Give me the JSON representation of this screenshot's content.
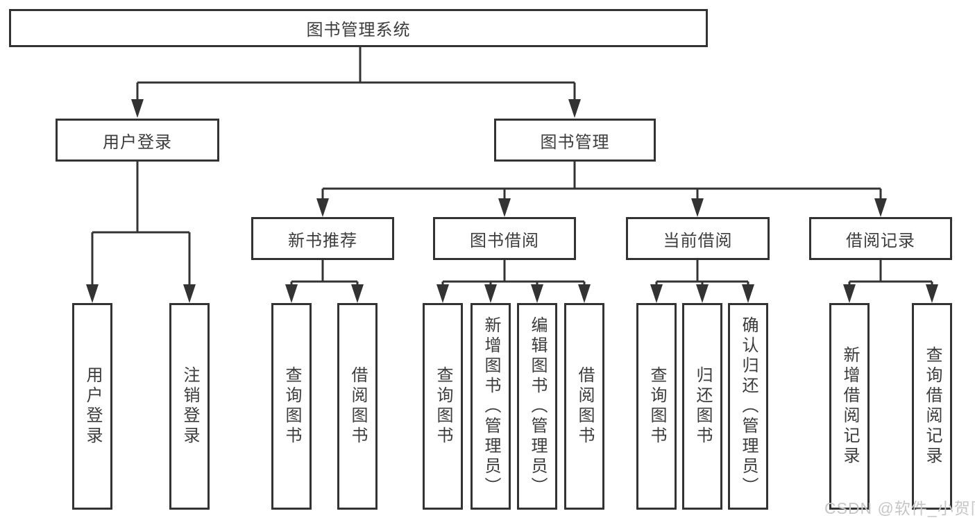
{
  "diagram": {
    "type": "hierarchy-tree",
    "title": "图书管理系统"
  },
  "nodes": {
    "root": {
      "label": "图书管理系统"
    },
    "user_login": {
      "label": "用户登录"
    },
    "book_mgmt": {
      "label": "图书管理"
    },
    "new_book_rec": {
      "label": "新书推荐"
    },
    "book_borrow": {
      "label": "图书借阅"
    },
    "current_borrow": {
      "label": "当前借阅"
    },
    "borrow_record": {
      "label": "借阅记录"
    },
    "leaf_user_login": {
      "label": "用户登录"
    },
    "leaf_logout": {
      "label": "注销登录"
    },
    "leaf_query_book_rec": {
      "label": "查询图书"
    },
    "leaf_borrow_book_rec": {
      "label": "借阅图书"
    },
    "leaf_query_book_borrow": {
      "label": "查询图书"
    },
    "leaf_add_book": {
      "label": "新增图书（管理员）"
    },
    "leaf_edit_book": {
      "label": "编辑图书（管理员）"
    },
    "leaf_borrow_book": {
      "label": "借阅图书"
    },
    "leaf_query_book_current": {
      "label": "查询图书"
    },
    "leaf_return_book": {
      "label": "归还图书"
    },
    "leaf_confirm_return": {
      "label": "确认归还（管理员）"
    },
    "leaf_add_record": {
      "label": "新增借阅记录"
    },
    "leaf_query_record": {
      "label": "查询借阅记录"
    }
  },
  "hierarchy": {
    "root": [
      "user_login",
      "book_mgmt"
    ],
    "user_login": [
      "leaf_user_login",
      "leaf_logout"
    ],
    "book_mgmt": [
      "new_book_rec",
      "book_borrow",
      "current_borrow",
      "borrow_record"
    ],
    "new_book_rec": [
      "leaf_query_book_rec",
      "leaf_borrow_book_rec"
    ],
    "book_borrow": [
      "leaf_query_book_borrow",
      "leaf_add_book",
      "leaf_edit_book",
      "leaf_borrow_book"
    ],
    "current_borrow": [
      "leaf_query_book_current",
      "leaf_return_book",
      "leaf_confirm_return"
    ],
    "borrow_record": [
      "leaf_add_record",
      "leaf_query_record"
    ]
  },
  "watermark": {
    "text": "CSDN @软件_小贺同学"
  },
  "colors": {
    "line": "#333333",
    "text": "#3c3c3c",
    "watermark": "#c6c6c6",
    "background": "#ffffff"
  }
}
